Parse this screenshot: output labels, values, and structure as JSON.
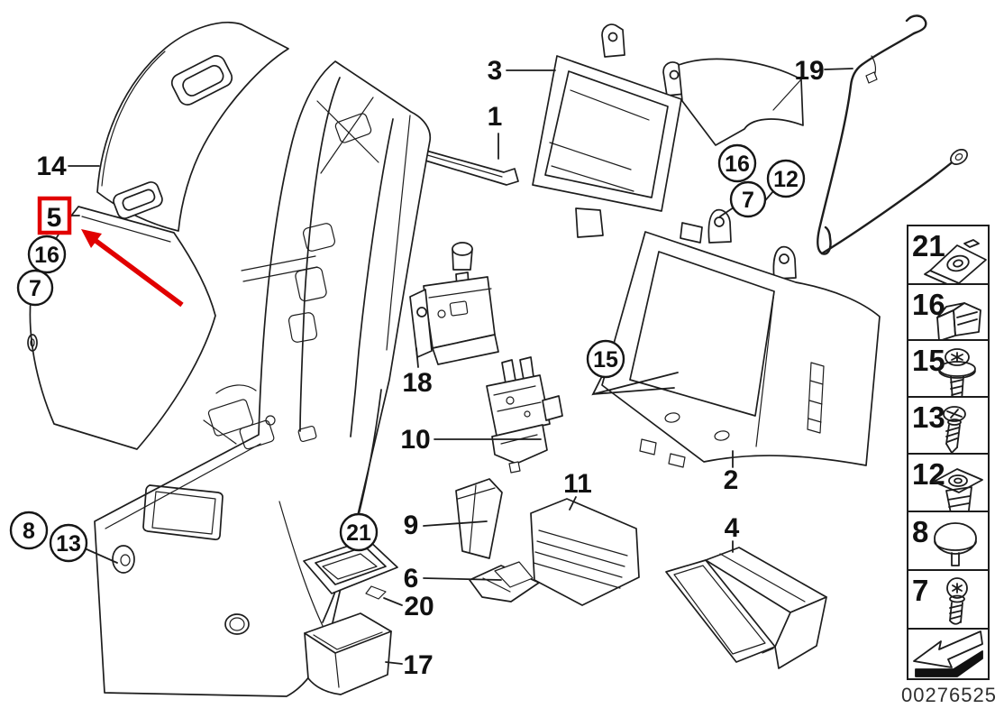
{
  "diagram_number": "00276525",
  "highlight": {
    "part": "5",
    "color": "#e10000"
  },
  "callouts": [
    {
      "label": "14",
      "style": "plain"
    },
    {
      "label": "5",
      "style": "boxed"
    },
    {
      "label": "16",
      "style": "circled"
    },
    {
      "label": "7",
      "style": "circled"
    },
    {
      "label": "8",
      "style": "circled"
    },
    {
      "label": "13",
      "style": "circled"
    },
    {
      "label": "3",
      "style": "plain"
    },
    {
      "label": "1",
      "style": "plain"
    },
    {
      "label": "19",
      "style": "plain"
    },
    {
      "label": "16",
      "style": "circled"
    },
    {
      "label": "12",
      "style": "circled"
    },
    {
      "label": "7",
      "style": "circled"
    },
    {
      "label": "15",
      "style": "circled"
    },
    {
      "label": "18",
      "style": "plain"
    },
    {
      "label": "10",
      "style": "plain"
    },
    {
      "label": "9",
      "style": "plain"
    },
    {
      "label": "11",
      "style": "plain"
    },
    {
      "label": "6",
      "style": "plain"
    },
    {
      "label": "21",
      "style": "circled"
    },
    {
      "label": "20",
      "style": "plain"
    },
    {
      "label": "17",
      "style": "plain"
    },
    {
      "label": "2",
      "style": "plain"
    },
    {
      "label": "4",
      "style": "plain"
    }
  ],
  "legend": {
    "items": [
      {
        "label": "21",
        "icon": "speed-nut-icon"
      },
      {
        "label": "16",
        "icon": "retaining-clip-icon"
      },
      {
        "label": "15",
        "icon": "screw-with-washer-icon"
      },
      {
        "label": "13",
        "icon": "tapping-screw-icon"
      },
      {
        "label": "12",
        "icon": "expansion-rivet-icon"
      },
      {
        "label": "8",
        "icon": "blind-plug-icon"
      },
      {
        "label": "7",
        "icon": "oval-head-screw-icon"
      }
    ],
    "footer_icon": "direction-arrow-icon"
  }
}
